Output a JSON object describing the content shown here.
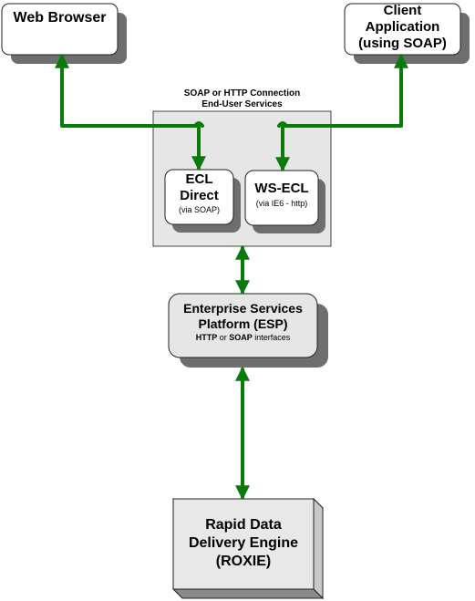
{
  "nodes": {
    "web_browser": {
      "label": "Web Browser"
    },
    "client_app": {
      "line1": "Client",
      "line2": "Application",
      "line3": "(using SOAP)"
    },
    "services_group": {
      "title_line1": "SOAP or HTTP Connection",
      "title_line2": "End-User Services"
    },
    "ecl_direct": {
      "line1": "ECL",
      "line2": "Direct",
      "sub": "(via SOAP)"
    },
    "ws_ecl": {
      "line1": "WS-ECL",
      "sub": "(via IE6 - http)"
    },
    "esp": {
      "line1": "Enterprise Services",
      "line2": "Platform (ESP)",
      "sub_http": "HTTP",
      "sub_or": " or ",
      "sub_soap": "SOAP",
      "sub_rest": " interfaces"
    },
    "roxie": {
      "line1": "Rapid Data",
      "line2": "Delivery Engine",
      "line3": "(ROXIE)"
    }
  },
  "colors": {
    "connector": "#0a7a0a",
    "shadow": "#6e6e6e",
    "box_fill": "#ffffff",
    "group_fill": "#e6e6e6",
    "esp_fill": "#e6e6e6",
    "roxie_front": "#e8e8e8",
    "roxie_side": "#c8c8c8",
    "border": "#222222"
  }
}
